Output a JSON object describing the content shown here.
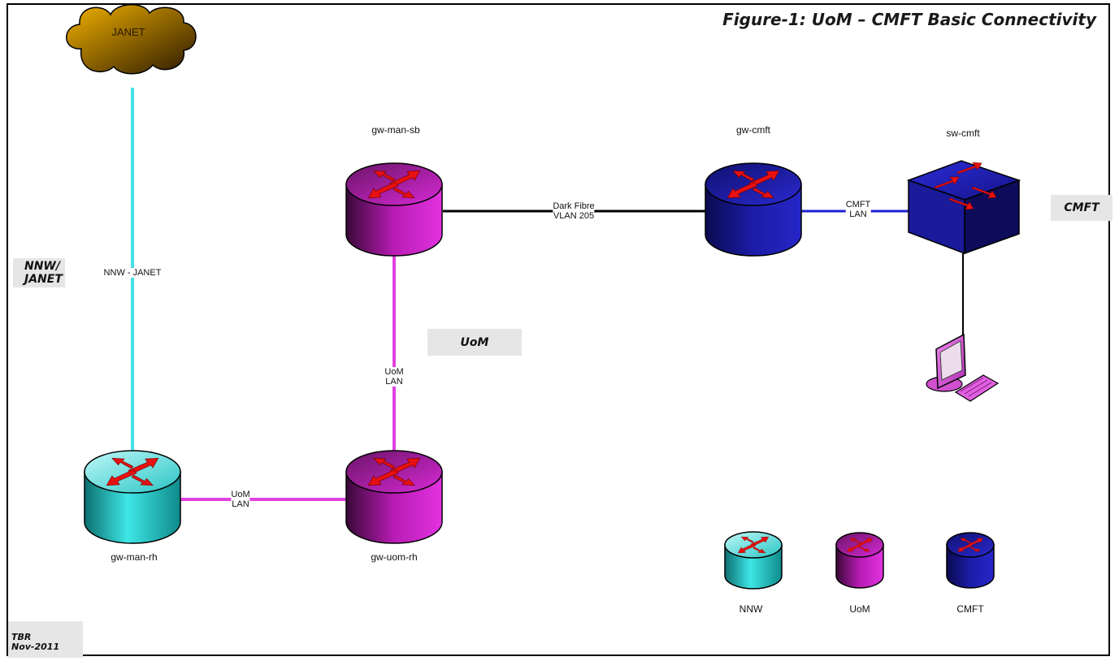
{
  "title": "Figure-1: UoM – CMFT Basic Connectivity",
  "zones": {
    "nnw_janet": [
      "NNW/",
      "JANET"
    ],
    "uom": "UoM",
    "cmft": "CMFT",
    "author": [
      "TBR",
      "Nov-2011"
    ]
  },
  "nodes": {
    "janet": "JANET",
    "gw_man_sb": "gw-man-sb",
    "gw_cmft": "gw-cmft",
    "sw_cmft": "sw-cmft",
    "gw_man_rh": "gw-man-rh",
    "gw_uom_rh": "gw-uom-rh"
  },
  "links": {
    "nnw_janet": "NNW - JANET",
    "dark_fibre": [
      "Dark Fibre",
      "VLAN 205"
    ],
    "cmft_lan": [
      "CMFT",
      "LAN"
    ],
    "uom_lan_vertical": [
      "UoM",
      "LAN"
    ],
    "uom_lan_horizontal": [
      "UoM",
      "LAN"
    ]
  },
  "legend": {
    "nnw": "NNW",
    "uom": "UoM",
    "cmft": "CMFT"
  },
  "colors": {
    "nnw": "#2ed8d8",
    "uom": "#b01ab0",
    "cmft": "#1a1aa8",
    "link_nnw": "#44e0e8",
    "link_uom": "#e040e0",
    "link_cmft": "#2020d0",
    "link_core": "#000000",
    "arrow": "#e81010"
  }
}
